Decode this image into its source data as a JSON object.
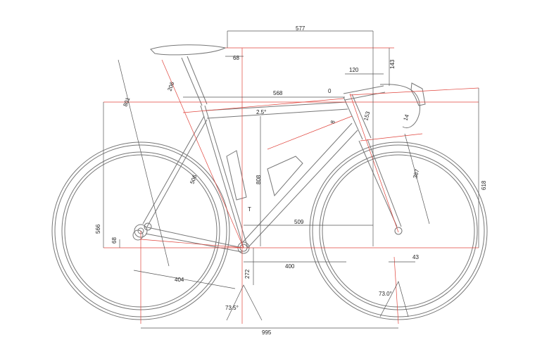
{
  "drawing": {
    "line_color": "#e0443c",
    "frame_color": "#777777",
    "dimensions": {
      "top_reach": "577",
      "saddle_setback": "68",
      "stack_drop": "143",
      "stem_length": "120",
      "bar_offset": "0",
      "effective_top_tube": "568",
      "top_tube_angle": "2.5°",
      "seat_tube_length": "808",
      "seatpost_length": "206",
      "saddle_height": "801",
      "head_tube_length": "153",
      "spacer": "8",
      "headset": "14",
      "fork_length": "387",
      "reach": "509",
      "stack": "618",
      "seat_tube_c": "506",
      "chainstay_length": "404",
      "bb_to_front": "400",
      "bb_drop_height": "272",
      "seat_angle": "73.5°",
      "head_angle": "73.0°",
      "wheelbase": "995",
      "bb_height": "566",
      "bb_drop": "68",
      "fork_offset": "43",
      "t_label": "T"
    }
  }
}
